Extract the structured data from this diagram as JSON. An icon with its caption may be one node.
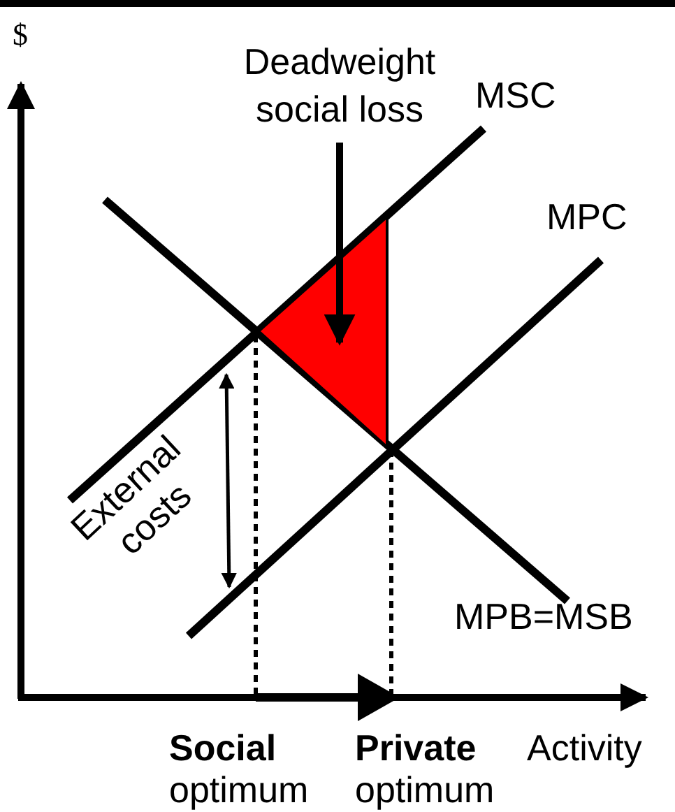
{
  "diagram": {
    "nodes": [
      {
        "text": [
          "Deadweight social loss"
        ]
      },
      {
        "text": [],
        "shape": "triangle"
      }
    ],
    "edges": [
      {
        "from": 0,
        "to": 1,
        "arrow": "to"
      }
    ],
    "labels": [
      "$",
      "MSC",
      "MPC",
      "External costs",
      "MPB=MSB",
      "**Social** optimum",
      "**Private** optimum",
      "Activity"
    ]
  }
}
